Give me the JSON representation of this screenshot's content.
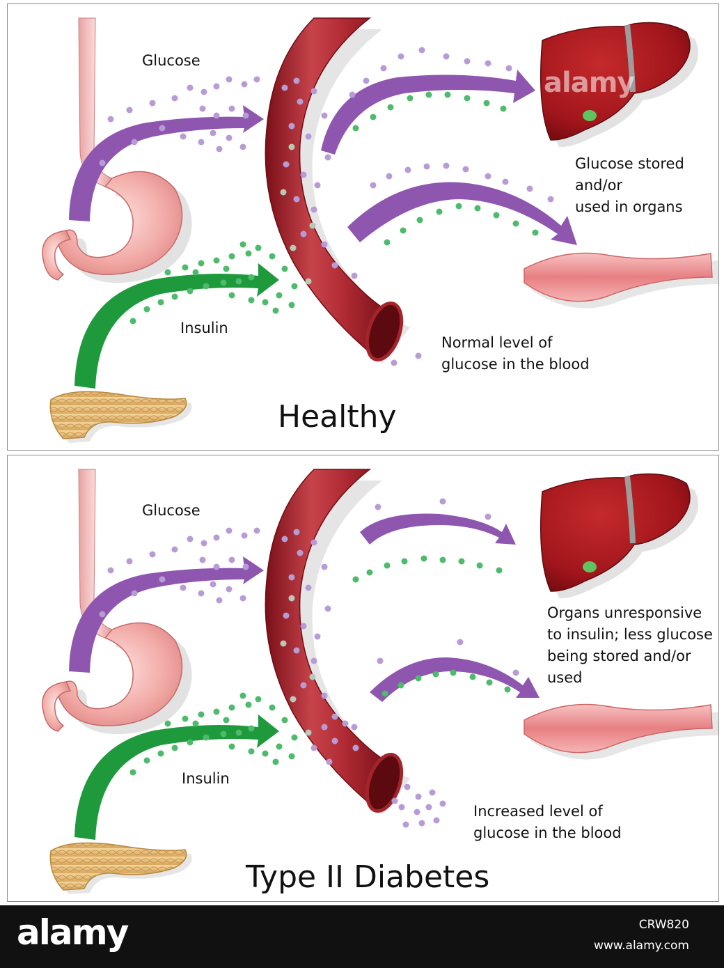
{
  "healthy": {
    "title": "Healthy",
    "glucose_label": "Glucose",
    "insulin_label": "Insulin",
    "organs_label": [
      "Glucose stored",
      "and/or",
      "used in organs"
    ],
    "blood_label": [
      "Normal level of",
      "glucose in the blood"
    ]
  },
  "diabetes": {
    "title": "Type II Diabetes",
    "glucose_label": "Glucose",
    "insulin_label": "Insulin",
    "organs_label": [
      "Organs unresponsive",
      "to insulin; less glucose",
      "being stored and/or",
      "used"
    ],
    "blood_label": [
      "Increased level of",
      "glucose in the blood"
    ]
  },
  "watermark": "alamy",
  "footer": {
    "logo": "alamy",
    "image_id": "CRW820",
    "url": "www.alamy.com"
  },
  "colors": {
    "glucose_arrow": "#8f56b0",
    "insulin_arrow": "#1e9a3c",
    "glucose_dot": "#b79bd6",
    "insulin_dot": "#4dba6c",
    "vessel": "#9c1d26",
    "liver": "#a3161c",
    "stomach": "#f0a8a8",
    "pancreas": "#e8c27e",
    "muscle": "#f0a0a0"
  }
}
